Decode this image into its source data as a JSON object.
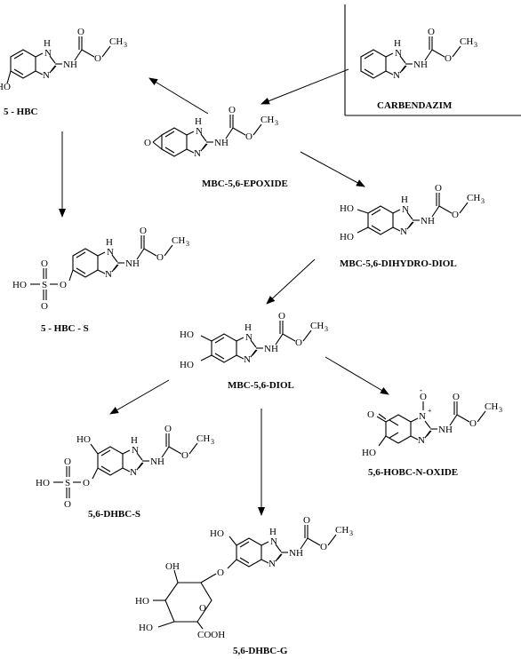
{
  "compounds": {
    "carbendazim": "CARBENDAZIM",
    "epoxide": "MBC-5,6-EPOXIDE",
    "hbc": "5 - HBC",
    "dihydrodiol": "MBC-5,6-DIHYDRO-DIOL",
    "hbcs": "5 - HBC - S",
    "diol": "MBC-5,6-DIOL",
    "dhbcs": "5,6-DHBC-S",
    "noxide": "5,6-HOBC-N-OXIDE",
    "dhbcg": "5,6-DHBC-G"
  },
  "atoms": {
    "NH": "NH",
    "N": "N",
    "H": "H",
    "O": "O",
    "CH3": "CH",
    "sub3": "3",
    "HO": "HO",
    "S": "S",
    "Nplus": "N",
    "plus": "+",
    "Ominus": "O",
    "minus": "-",
    "OH": "OH",
    "COOH": "COOH"
  }
}
